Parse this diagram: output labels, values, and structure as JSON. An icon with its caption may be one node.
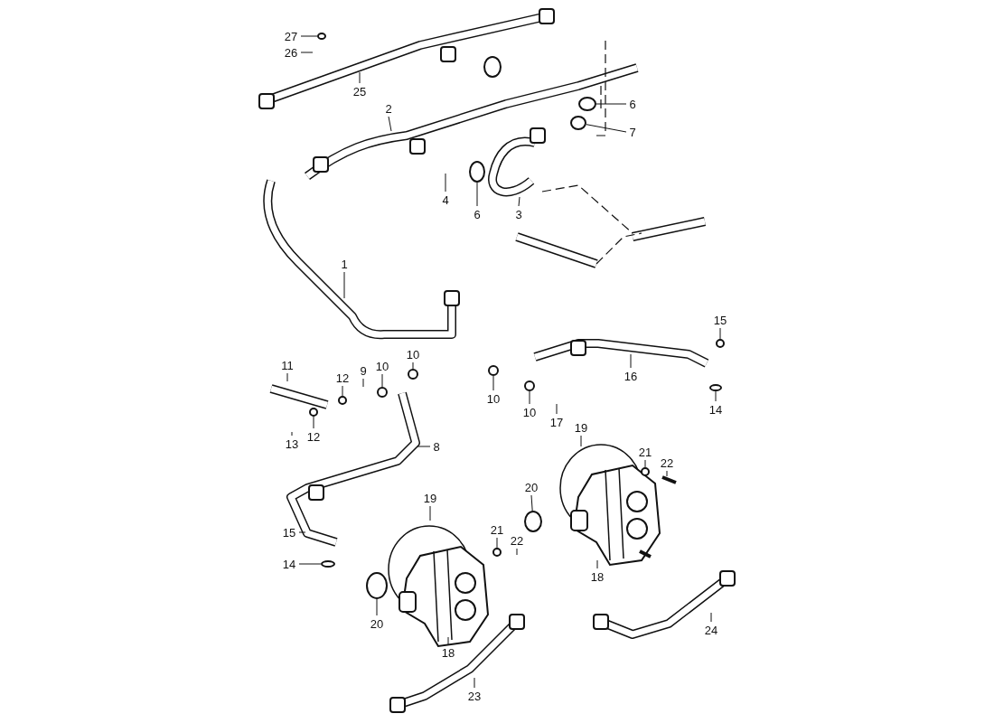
{
  "diagram": {
    "nodes": [
      {
        "text": [
          "27"
        ]
      },
      {
        "text": [
          "26"
        ]
      },
      {
        "text": [
          "25"
        ]
      },
      {
        "text": [
          "6"
        ]
      },
      {
        "text": [
          "2"
        ]
      },
      {
        "text": [
          "7"
        ]
      },
      {
        "text": [
          "4"
        ]
      },
      {
        "text": [
          "6"
        ]
      },
      {
        "text": [
          "3"
        ]
      },
      {
        "text": [
          "1"
        ]
      },
      {
        "text": [
          "15"
        ]
      },
      {
        "text": [
          "10"
        ]
      },
      {
        "text": [
          "11"
        ]
      },
      {
        "text": [
          "10"
        ]
      },
      {
        "text": [
          "9"
        ]
      },
      {
        "text": [
          "16"
        ]
      },
      {
        "text": [
          "12"
        ]
      },
      {
        "text": [
          "10"
        ]
      },
      {
        "text": [
          "14"
        ]
      },
      {
        "text": [
          "10"
        ]
      },
      {
        "text": [
          "17"
        ]
      },
      {
        "text": [
          "19"
        ]
      },
      {
        "text": [
          "12"
        ]
      },
      {
        "text": [
          "13"
        ]
      },
      {
        "text": [
          "8"
        ]
      },
      {
        "text": [
          "21"
        ]
      },
      {
        "text": [
          "22"
        ]
      },
      {
        "text": [
          "20"
        ]
      },
      {
        "text": [
          "19"
        ]
      },
      {
        "text": [
          "21"
        ]
      },
      {
        "text": [
          "15"
        ]
      },
      {
        "text": [
          "22"
        ]
      },
      {
        "text": [
          "14"
        ]
      },
      {
        "text": [
          "18"
        ]
      },
      {
        "text": [
          "20"
        ]
      },
      {
        "text": [
          "24"
        ]
      },
      {
        "text": [
          "18"
        ]
      },
      {
        "text": [
          "23"
        ]
      },
      {
        "text": [],
        "shape": "circle"
      },
      {
        "text": [],
        "shape": "circle"
      },
      {
        "text": [],
        "shape": "circle"
      },
      {
        "text": [],
        "shape": "circle"
      },
      {
        "text": [],
        "shape": "circle"
      },
      {
        "text": [],
        "shape": "circle"
      },
      {
        "text": [],
        "shape": "circle"
      },
      {
        "text": [],
        "shape": "circle"
      },
      {
        "text": [],
        "shape": "circle"
      },
      {
        "text": [],
        "shape": "circle"
      },
      {
        "text": [],
        "shape": "circle"
      },
      {
        "text": [],
        "shape": "circle"
      },
      {
        "text": [],
        "shape": "circle"
      },
      {
        "text": [],
        "shape": "circle"
      },
      {
        "text": [],
        "shape": "circle"
      },
      {
        "text": [],
        "shape": "circle"
      },
      {
        "text": [],
        "shape": "circle"
      }
    ],
    "edges": [
      {
        "from": 0,
        "to": 38,
        "arrow": "none"
      },
      {
        "from": 1,
        "to": null,
        "arrow": "none"
      },
      {
        "from": 2,
        "to": null,
        "arrow": "none"
      },
      {
        "from": 3,
        "to": 53,
        "arrow": "none"
      },
      {
        "from": 4,
        "to": null,
        "arrow": "none"
      },
      {
        "from": 5,
        "to": 54,
        "arrow": "none"
      },
      {
        "from": 6,
        "to": null,
        "arrow": "none"
      },
      {
        "from": 7,
        "to": 39,
        "arrow": "none"
      },
      {
        "from": 8,
        "to": null,
        "arrow": "none"
      },
      {
        "from": 9,
        "to": null,
        "arrow": "none"
      },
      {
        "from": 10,
        "to": 40,
        "arrow": "none"
      },
      {
        "from": 11,
        "to": 41,
        "arrow": "none"
      },
      {
        "from": 12,
        "to": null,
        "arrow": "none"
      },
      {
        "from": 13,
        "to": 42,
        "arrow": "none"
      },
      {
        "from": 14,
        "to": null,
        "arrow": "none"
      },
      {
        "from": 15,
        "to": null,
        "arrow": "none"
      },
      {
        "from": 16,
        "to": 43,
        "arrow": "none"
      },
      {
        "from": 17,
        "to": 44,
        "arrow": "none"
      },
      {
        "from": 18,
        "to": 45,
        "arrow": "none"
      },
      {
        "from": 19,
        "to": 46,
        "arrow": "none"
      },
      {
        "from": 20,
        "to": null,
        "arrow": "none"
      },
      {
        "from": 21,
        "to": null,
        "arrow": "none"
      },
      {
        "from": 22,
        "to": 47,
        "arrow": "none"
      },
      {
        "from": 23,
        "to": null,
        "arrow": "none"
      },
      {
        "from": 24,
        "to": null,
        "arrow": "none"
      },
      {
        "from": 25,
        "to": 48,
        "arrow": "none"
      },
      {
        "from": 26,
        "to": null,
        "arrow": "none"
      },
      {
        "from": 27,
        "to": 51,
        "arrow": "none"
      },
      {
        "from": 28,
        "to": null,
        "arrow": "none"
      },
      {
        "from": 29,
        "to": 49,
        "arrow": "none"
      },
      {
        "from": 30,
        "to": null,
        "arrow": "none"
      },
      {
        "from": 31,
        "to": null,
        "arrow": "none"
      },
      {
        "from": 32,
        "to": 50,
        "arrow": "none"
      },
      {
        "from": 33,
        "to": null,
        "arrow": "none"
      },
      {
        "from": 34,
        "to": 52,
        "arrow": "none"
      },
      {
        "from": 35,
        "to": null,
        "arrow": "none"
      },
      {
        "from": 36,
        "to": null,
        "arrow": "none"
      },
      {
        "from": 37,
        "to": null,
        "arrow": "none"
      }
    ]
  }
}
